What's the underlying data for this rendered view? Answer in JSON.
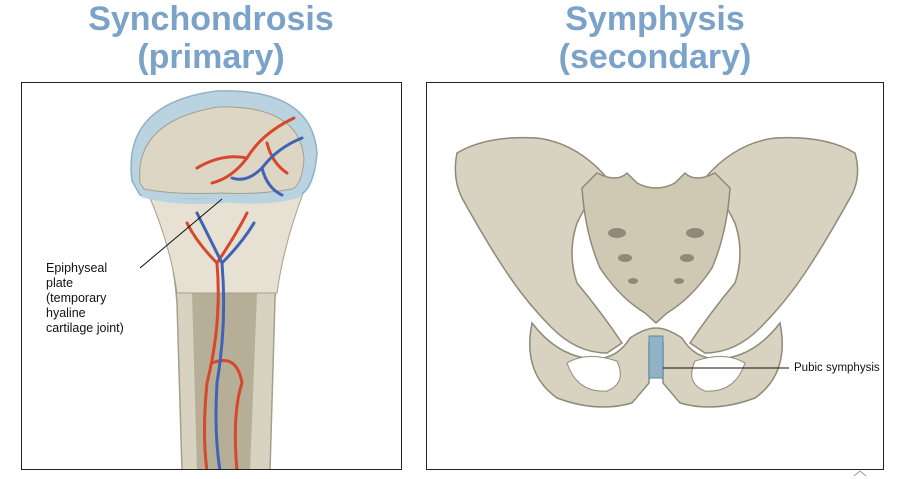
{
  "titles": {
    "left_line1": "Synchondrosis",
    "left_line2": "(primary)",
    "right_line1": "Symphysis",
    "right_line2": "(secondary)"
  },
  "labels": {
    "epiphyseal_line1": "Epiphyseal",
    "epiphyseal_line2": "plate",
    "epiphyseal_line3": "(temporary",
    "epiphyseal_line4": "hyaline",
    "epiphyseal_line5": "cartilage joint)",
    "pubic": "Pubic symphysis"
  },
  "colors": {
    "title": "#7ba3c9",
    "bone": "#d8d2c0",
    "bone_dark": "#a59f8c",
    "cartilage": "#b9d3e0",
    "artery": "#d7472c",
    "vein": "#3f63b5"
  }
}
